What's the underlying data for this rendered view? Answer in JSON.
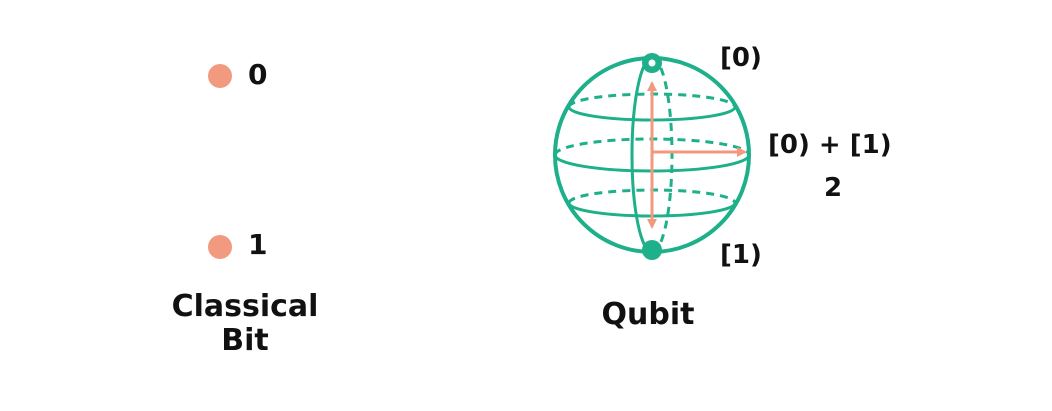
{
  "classical": {
    "state_zero": "0",
    "state_one": "1",
    "caption_line1": "Classical",
    "caption_line2": "Bit",
    "dot_color": "#f19a7f"
  },
  "qubit": {
    "ket_zero": "[0)",
    "ket_one": "[1)",
    "superposition": "[0) + [1)",
    "superposition_denominator": "2",
    "caption": "Qubit",
    "sphere_color": "#1db08a",
    "arrow_color": "#f19a7f"
  }
}
